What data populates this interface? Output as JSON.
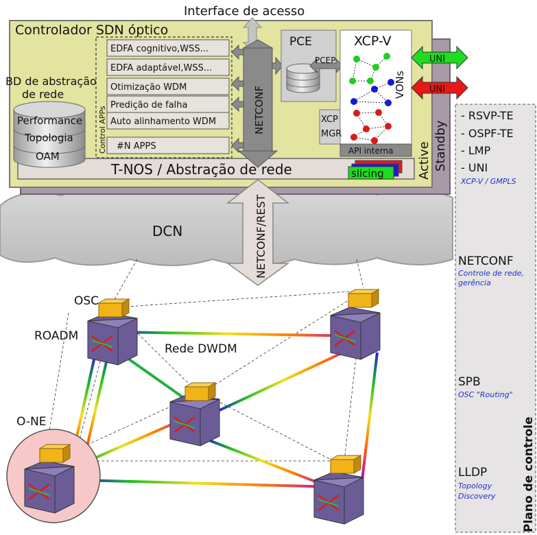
{
  "header": {
    "access_interface": "Interface de acesso"
  },
  "controller": {
    "title": "Controlador SDN óptico",
    "db_title_line1": "BD de abstração",
    "db_title_line2": "de rede",
    "db_layers": [
      "Performance",
      "Topologia",
      "OAM"
    ],
    "control_apps_label": "Control APPs",
    "apps": [
      "EDFA cognitivo,WSS...",
      "EDFA adaptável,WSS...",
      "Otimização WDM",
      "Predição de falha",
      "Auto alinhamento WDM",
      "#N APPS"
    ],
    "netconf_label": "NETCONF",
    "pce_label": "PCE",
    "pcep_label": "PCEP",
    "xcpv_label": "XCP-V",
    "vons_label": "VONs",
    "xcp_mgr_line1": "XCP",
    "xcp_mgr_line2": "MGR",
    "api_label": "API interna",
    "tnos_label": "T-NOS / Abstração de rede",
    "slicing_label": "slicing",
    "active_label": "Active",
    "standby_label": "Standby",
    "uni_green": "UNI",
    "uni_red": "UNI"
  },
  "dcn": {
    "label": "DCN",
    "northbound_label": "NETCONF/REST"
  },
  "network": {
    "osc_label": "OSC",
    "roadm_label": "ROADM",
    "dwdm_label": "Rede DWDM",
    "one_label": "O-NE"
  },
  "control_plane": {
    "title": "Plano de controle",
    "protocols": [
      "- RSVP-TE",
      "- OSPF-TE",
      "- LMP",
      "- UNI"
    ],
    "xcp_note": "XCP-V / GMPLS",
    "netconf": "NETCONF",
    "netconf_note_line1": "Controle de rede,",
    "netconf_note_line2": "gerência",
    "spb": "SPB",
    "spb_note": "OSC \"Routing\"",
    "lldp": "LLDP",
    "lldp_note_line1": "Topology",
    "lldp_note_line2": "Discovery"
  },
  "colors": {
    "controller_bg": "#e2e4a0",
    "standby_bg": "#a89aa6",
    "tnos_bg": "#e4dcd8",
    "pce_bg": "#d0d0d0",
    "xcp_bg": "#ffffff",
    "green_arrow": "#1edd1e",
    "red_arrow": "#e81818",
    "cube": "#6b5c98",
    "osc_block": "#f0b418",
    "one_circle": "#f6c8c8"
  }
}
